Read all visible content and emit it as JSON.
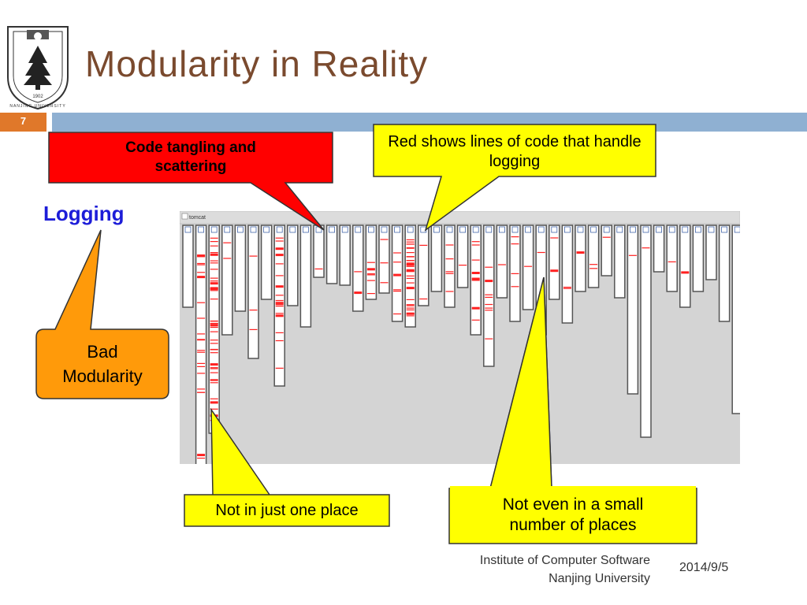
{
  "slide": {
    "title": "Modularity in Reality",
    "number": "7",
    "topic_label": "Logging"
  },
  "logo": {
    "university": "NANJING UNIVERSITY",
    "year": "1902"
  },
  "callouts": {
    "tangling": "Code tangling and scattering",
    "red_shows": "Red shows lines of code that handle logging",
    "bad_modularity": "Bad Modularity",
    "not_one_place": "Not in just one place",
    "not_small": "Not even in a small number of places"
  },
  "visualization": {
    "window_title": "tomcat"
  },
  "footer": {
    "institute_line1": "Institute of Computer Software",
    "institute_line2": "Nanjing University",
    "date": "2014/9/5"
  },
  "colors": {
    "title": "#7a4a2e",
    "accent_orange": "#e0782a",
    "bar_blue": "#8fb0d2",
    "callout_red": "#ff0000",
    "callout_yellow": "#ffff00",
    "callout_orange": "#ff9a0a",
    "logging_text": "#1d1dd8"
  }
}
